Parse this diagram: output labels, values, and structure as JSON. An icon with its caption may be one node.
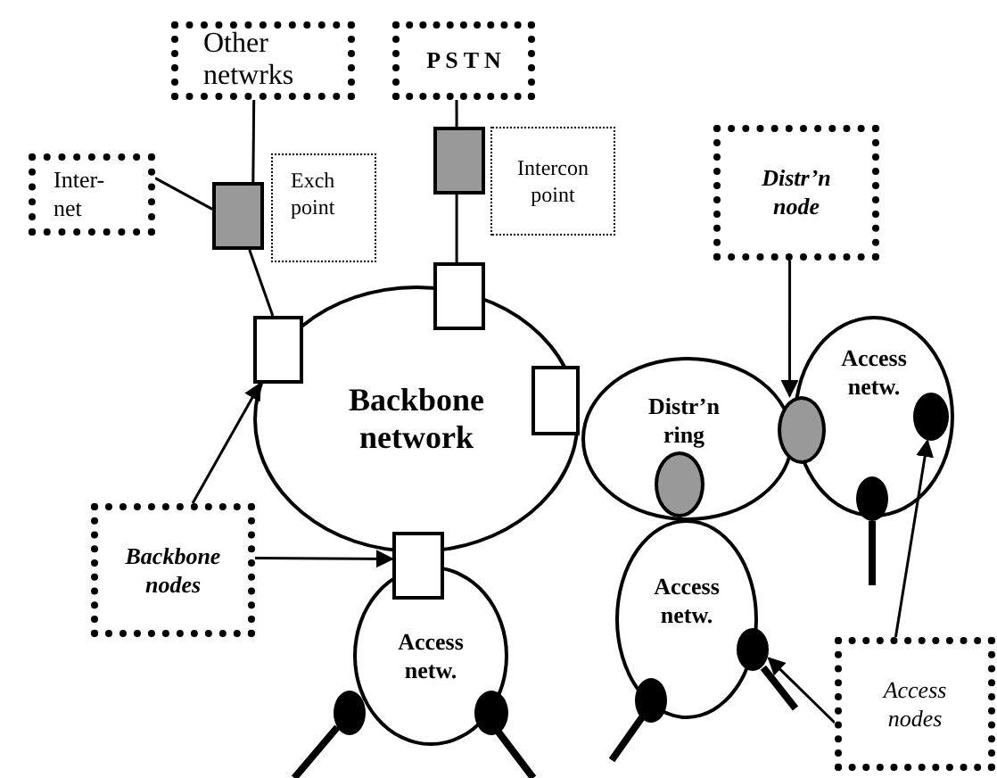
{
  "diagram": {
    "nodes": [
      {
        "text": [
          "Other netwrks"
        ]
      },
      {
        "text": [
          "P S T N"
        ]
      },
      {
        "text": [
          "Intercon point"
        ]
      },
      {
        "text": [
          "Distr’n node"
        ]
      },
      {
        "text": [
          "Inter- net"
        ]
      },
      {
        "text": [
          "Exch point"
        ]
      },
      {
        "text": [
          "Backbone network"
        ]
      },
      {
        "text": [
          "Access netw."
        ]
      },
      {
        "text": [
          "Distr’n ring"
        ]
      },
      {
        "text": [
          "Backbone nodes"
        ]
      },
      {
        "text": [
          "Access netw."
        ]
      },
      {
        "text": [
          "Access netw."
        ]
      },
      {
        "text": [
          "Access nodes"
        ]
      },
      {
        "text": [],
        "shape": "box"
      },
      {
        "text": [],
        "shape": "box"
      },
      {
        "text": [],
        "shape": "box",
        "in": 6
      },
      {
        "text": [],
        "shape": "box"
      },
      {
        "text": [],
        "shape": "box"
      },
      {
        "text": [],
        "shape": "box",
        "in": 6
      },
      {
        "text": [],
        "shape": "circle",
        "in": 8
      },
      {
        "text": [],
        "shape": "circle"
      },
      {
        "text": [],
        "shape": "circle"
      },
      {
        "text": [],
        "shape": "circle",
        "in": 11
      },
      {
        "text": [],
        "shape": "circle",
        "in": 10
      },
      {
        "text": [],
        "shape": "circle"
      },
      {
        "text": [],
        "shape": "circle",
        "in": 7
      },
      {
        "text": [],
        "shape": "circle",
        "in": 7
      }
    ],
    "edges": [
      {
        "from": 0,
        "to": 13,
        "arrow": "none"
      },
      {
        "from": 4,
        "to": 13,
        "arrow": "none"
      },
      {
        "from": 13,
        "to": 15,
        "arrow": "none"
      },
      {
        "from": 1,
        "to": 14,
        "arrow": "none"
      },
      {
        "from": 14,
        "to": 17,
        "arrow": "none"
      },
      {
        "from": 3,
        "to": 20,
        "arrow": "to"
      },
      {
        "from": 9,
        "to": 15,
        "arrow": "to"
      },
      {
        "from": 9,
        "to": 16,
        "arrow": "to"
      },
      {
        "from": 12,
        "to": 26,
        "arrow": "to"
      },
      {
        "from": 12,
        "to": 24,
        "arrow": "to"
      },
      {
        "from": 21,
        "to": null,
        "arrow": "none",
        "style": "thick"
      },
      {
        "from": 22,
        "to": null,
        "arrow": "none",
        "style": "thick"
      },
      {
        "from": 23,
        "to": null,
        "arrow": "none",
        "style": "thick"
      },
      {
        "from": 24,
        "to": null,
        "arrow": "none",
        "style": "thick"
      },
      {
        "from": 25,
        "to": null,
        "arrow": "none",
        "style": "thick"
      }
    ]
  }
}
